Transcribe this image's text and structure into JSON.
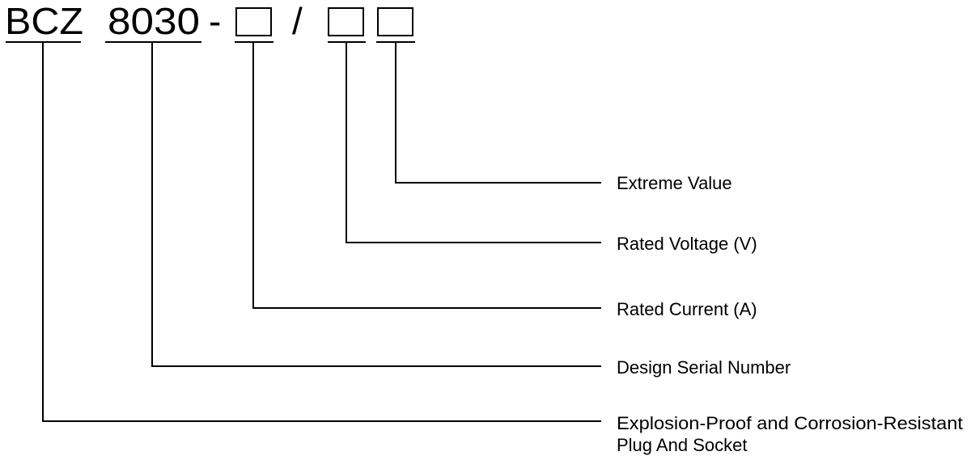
{
  "code": {
    "prefix": "BCZ",
    "serial": "8030",
    "dash": "-",
    "slash": "/"
  },
  "labels": {
    "extreme_value": "Extreme Value",
    "rated_voltage": "Rated Voltage (V)",
    "rated_current": "Rated Current (A)",
    "design_serial": "Design Serial Number",
    "product_line1": "Explosion-Proof and Corrosion-Resistant",
    "product_line2": "Plug And Socket"
  }
}
